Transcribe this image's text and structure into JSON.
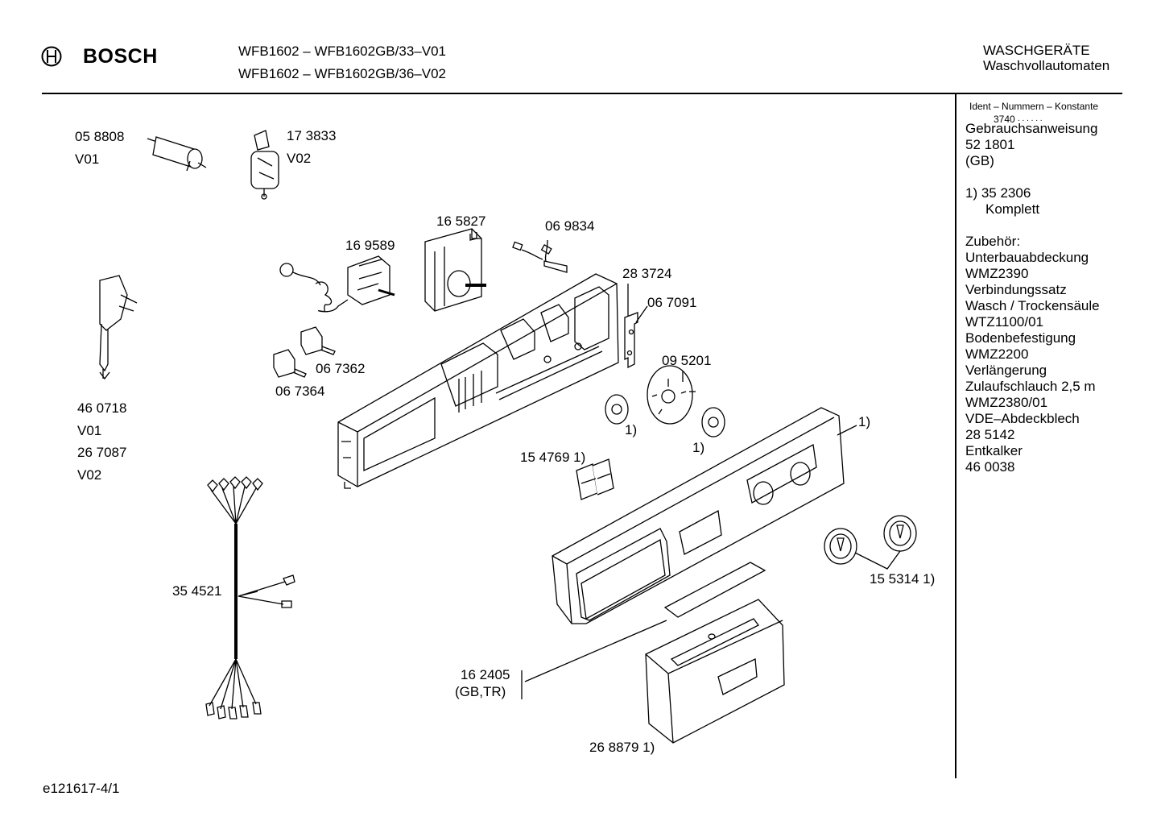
{
  "header": {
    "brand": "BOSCH",
    "model_line_1": "WFB1602 – WFB1602GB/33–V01",
    "model_line_2": "WFB1602 – WFB1602GB/36–V02",
    "category": "WASCHGERÄTE",
    "subcategory": "Waschvollautomaten"
  },
  "sidebar": {
    "ident_heading": "Ident – Nummern – Konstante",
    "ident_value": "3740",
    "lines": [
      "Gebrauchsanweisung",
      "52 1801",
      "(GB)",
      "",
      "1)  35 2306",
      "     Komplett",
      "",
      "Zubehör:",
      "Unterbauabdeckung",
      "WMZ2390",
      "Verbindungssatz",
      "Wasch / Trockensäule",
      "WTZ1100/01",
      "Bodenbefestigung",
      "WMZ2200",
      "Verlängerung",
      "Zulaufschlauch 2,5 m",
      "WMZ2380/01",
      "VDE–Abdeckblech",
      "28 5142",
      "Entkalker",
      "46 0038"
    ]
  },
  "parts": {
    "p058808": "05 8808",
    "p058808_v": "V01",
    "p173833": "17 3833",
    "p173833_v": "V02",
    "p165827": "16 5827",
    "p069834": "06 9834",
    "p169589": "16 9589",
    "p283724": "28 3724",
    "p067091": "06 7091",
    "p095201": "09 5201",
    "p067362": "06 7362",
    "p067364": "06 7364",
    "p460718": "46 0718",
    "p460718_v": "V01",
    "p267087": "26 7087",
    "p267087_v": "V02",
    "p154769": "15 4769 1)",
    "fn_a": "1)",
    "fn_b": "1)",
    "fn_c": "1)",
    "p155314": "15 5314 1)",
    "p354521": "35 4521",
    "p162405": "16 2405",
    "p162405_sub": "(GB,TR)",
    "p268879": "26 8879 1)"
  },
  "footer": {
    "doc_id": "e121617-4/1"
  }
}
